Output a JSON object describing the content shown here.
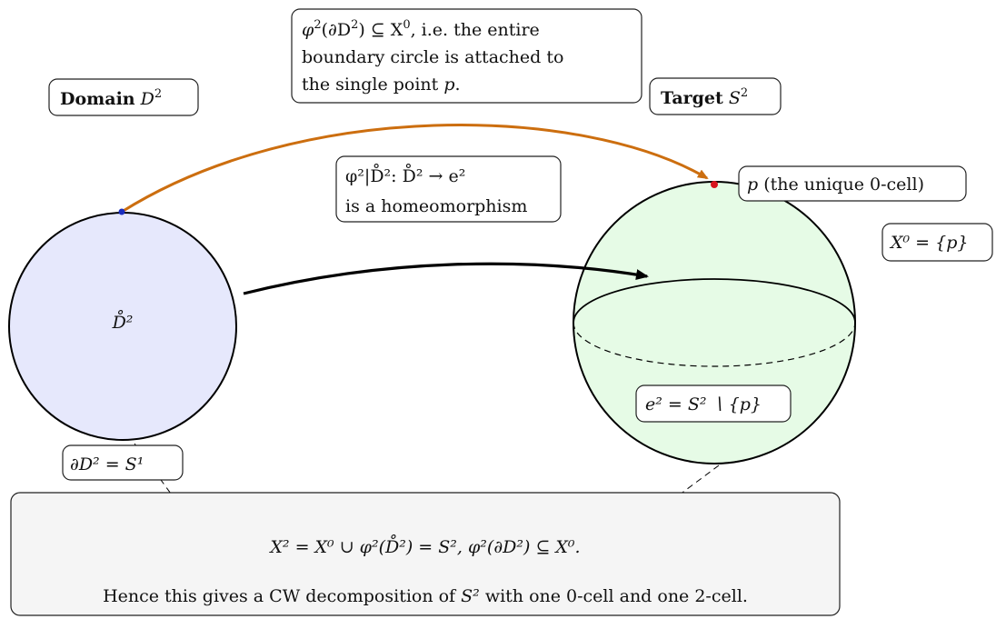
{
  "domain_label": {
    "word": "Domain",
    "symbol": "D",
    "sup": "2"
  },
  "target_label": {
    "word": "Target",
    "symbol": "S",
    "sup": "2"
  },
  "top_note": {
    "line1_a": "φ",
    "line1_b": "2",
    "line1_c": "(∂D",
    "line1_d": "2",
    "line1_e": ") ⊆ X",
    "line1_f": "0",
    "line1_g": ", i.e. the entire",
    "line2": "boundary circle is attached to",
    "line3_a": "the single point ",
    "line3_b": "p",
    "line3_c": "."
  },
  "restriction_note": {
    "line1": "φ²|D̊²: D̊² → e²",
    "line2": "is a homeomorphism"
  },
  "point_label": {
    "p": "p",
    "rest": "(the unique 0-cell)"
  },
  "x0_label": "X⁰ = {p}",
  "interior_label": "D̊²",
  "boundary_label": "∂D² = S¹",
  "cell_label": "e² = S² ∖ {p}",
  "bottom": {
    "formula": "X² = X⁰ ∪ φ²(D̊²) = S²,       φ²(∂D²) ⊆ X⁰.",
    "text_before": "Hence this gives a CW decomposition of ",
    "text_math": "S²",
    "text_after": " with one 0-cell and one 2-cell."
  },
  "colors": {
    "disk_fill": "#e6e8fc",
    "sphere_fill": "#e6fbe6",
    "orange_arrow": "#cc6e0f",
    "point_red": "#d8141e",
    "point_blue": "#1b2dbe",
    "bottom_fill": "#f5f5f5"
  }
}
